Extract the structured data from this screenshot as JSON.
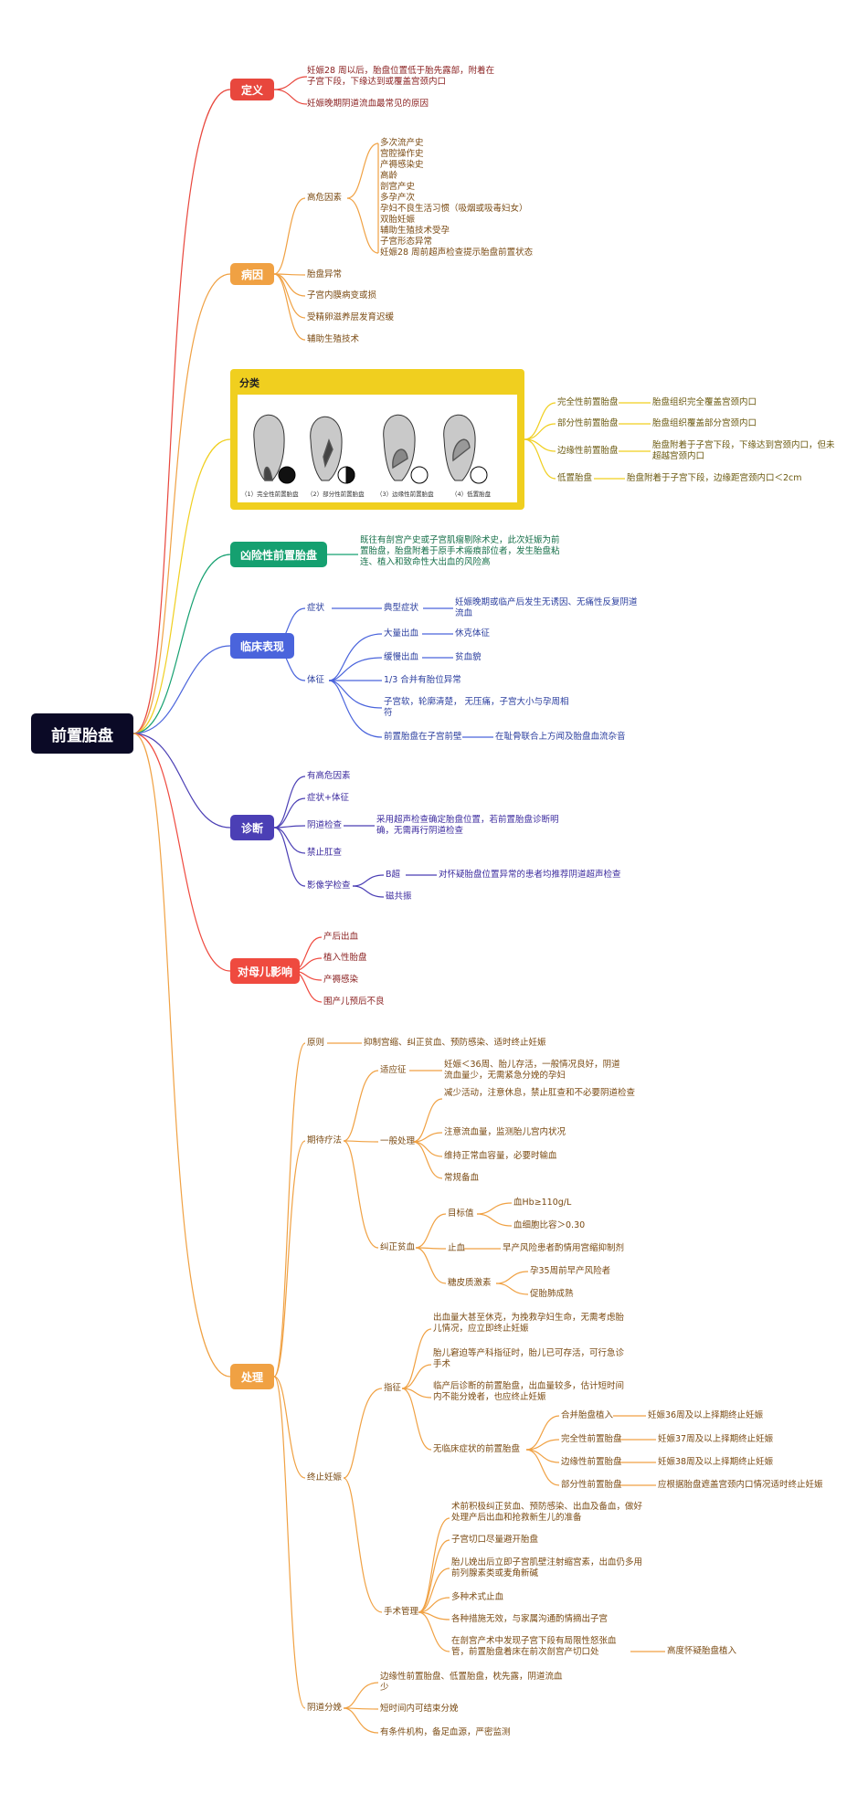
{
  "root": "前置胎盘",
  "colors": {
    "def": "#e8473d",
    "cause": "#f0a143",
    "class": "#f0cf1f",
    "pernicious": "#15a070",
    "clinical": "#4a64dc",
    "diag": "#4b3fb5",
    "effect": "#ef4a3f",
    "treat": "#f0a143"
  },
  "branches": {
    "def": {
      "title": "定义",
      "items": [
        "妊娠28 周以后，胎盘位置低于胎先露部，附着在子宫下段，下缘达到或覆盖宫颈内口",
        "妊娠晚期阴道流血最常见的原因"
      ]
    },
    "cause": {
      "title": "病因",
      "high_risk": "高危因素",
      "risk_list": [
        "多次流产史",
        "宫腔操作史",
        "产褥感染史",
        "高龄",
        "剖宫产史",
        "多孕产次",
        "孕妇不良生活习惯（吸烟或吸毒妇女）",
        "双胎妊娠",
        "辅助生殖技术受孕",
        "子宫形态异常",
        "妊娠28 周前超声检查提示胎盘前置状态"
      ],
      "others": [
        "胎盘异常",
        "子宫内膜病变或损",
        "受精卵滋养层发育迟缓",
        "辅助生殖技术"
      ]
    },
    "class": {
      "title": "分类",
      "captions": [
        "（1）完全性前置胎盘",
        "（2）部分性前置胎盘",
        "（3）边缘性前置胎盘",
        "（4）低置胎盘"
      ],
      "types": [
        {
          "name": "完全性前置胎盘",
          "desc": "胎盘组织完全覆盖宫颈内口"
        },
        {
          "name": "部分性前置胎盘",
          "desc": "胎盘组织覆盖部分宫颈内口"
        },
        {
          "name": "边缘性前置胎盘",
          "desc": "胎盘附着于子宫下段，下缘达到宫颈内口，但未超越宫颈内口"
        },
        {
          "name": "低置胎盘",
          "desc": "胎盘附着于子宫下段，边缘距宫颈内口＜2cm"
        }
      ]
    },
    "pernicious": {
      "title": "凶险性前置胎盘",
      "desc": "既往有剖宫产史或子宫肌瘤剔除术史，此次妊娠为前置胎盘，胎盘附着于原手术瘢痕部位者，发生胎盘粘连、植入和致命性大出血的风险高"
    },
    "clinical": {
      "title": "临床表现",
      "symptom": "症状",
      "typical": "典型症状",
      "typical_desc": "妊娠晚期或临产后发生无诱因、无痛性反复阴道流血",
      "sign": "体征",
      "sign_items": [
        {
          "name": "大量出血",
          "sub": "休克体征"
        },
        {
          "name": "缓慢出血",
          "sub": "贫血貌"
        },
        {
          "name": "1/3 合并有胎位异常",
          "sub": ""
        },
        {
          "name": "子宫软，轮廓清楚，  无压痛，子宫大小与孕周相符",
          "sub": ""
        },
        {
          "name": "前置胎盘在子宫前壁",
          "sub": "在耻骨联合上方闻及胎盘血流杂音"
        }
      ]
    },
    "diag": {
      "title": "诊断",
      "items": [
        "有高危因素",
        "症状+体征",
        "阴道检查",
        "禁止肛查",
        "影像学检查"
      ],
      "vaginal_desc": "采用超声检查确定胎盘位置，若前置胎盘诊断明确，无需再行阴道检查",
      "imaging": [
        {
          "name": "B超",
          "desc": "对怀疑胎盘位置异常的患者均推荐阴道超声检查"
        },
        {
          "name": "磁共振",
          "desc": ""
        }
      ]
    },
    "effect": {
      "title": "对母儿影响",
      "items": [
        "产后出血",
        "植入性胎盘",
        "产褥感染",
        "围产儿预后不良"
      ]
    },
    "treat": {
      "title": "处理",
      "principle": "原则",
      "principle_desc": "抑制宫缩、纠正贫血、预防感染、适时终止妊娠",
      "expectant": "期待疗法",
      "indication": "适应征",
      "indication_desc": "妊娠＜36周、胎儿存活，一般情况良好，阴道流血量少，无需紧急分娩的孕妇",
      "general": "一般处理",
      "general_items": [
        "减少活动，注意休息，禁止肛查和不必要阴道检查",
        "注意流血量，监测胎儿宫内状况",
        "维持正常血容量，必要时输血",
        "常规备血"
      ],
      "anemia": "纠正贫血",
      "target": "目标值",
      "target_items": [
        "血Hb≥110g/L",
        "血细胞比容＞0.30"
      ],
      "stop_bleed": "止血",
      "stop_bleed_desc": "早产风险患者酌情用宫缩抑制剂",
      "steroid": "糖皮质激素",
      "steroid_items": [
        "孕35周前早产风险者",
        "促胎肺成熟"
      ],
      "terminate": "终止妊娠",
      "term_indication": "指征",
      "term_items": [
        "出血量大甚至休克，为挽救孕妇生命，无需考虑胎儿情况，应立即终止妊娠",
        "胎儿窘迫等产科指征时，胎儿已可存活，可行急诊手术",
        "临产后诊断的前置胎盘，出血量较多，估计短时间内不能分娩者，也应终止妊娠"
      ],
      "asymptomatic": "无临床症状的前置胎盘",
      "asym_items": [
        {
          "name": "合并胎盘植入",
          "desc": "妊娠36周及以上择期终止妊娠"
        },
        {
          "name": "完全性前置胎盘",
          "desc": "妊娠37周及以上择期终止妊娠"
        },
        {
          "name": "边缘性前置胎盘",
          "desc": "妊娠38周及以上择期终止妊娠"
        },
        {
          "name": "部分性前置胎盘",
          "desc": "应根据胎盘遮盖宫颈内口情况适时终止妊娠"
        }
      ],
      "surgery": "手术管理",
      "surgery_items": [
        "术前积极纠正贫血、预防感染、出血及备血，做好处理产后出血和抢救新生儿的准备",
        "子宫切口尽量避开胎盘",
        "胎儿娩出后立即子宫肌壁注射缩宫素，出血仍多用前列腺素类或麦角新碱",
        "多种术式止血",
        "各种措施无效，与家属沟通酌情摘出子宫",
        "在剖宫产术中发现子宫下段有局限性怒张血管，前置胎盘着床在前次剖宫产切口处"
      ],
      "surgery_last_sub": "高度怀疑胎盘植入",
      "vaginal": "阴道分娩",
      "vaginal_items": [
        "边缘性前置胎盘、低置胎盘，枕先露，阴道流血少",
        "短时间内可结束分娩",
        "有条件机构，备足血源，严密监测"
      ]
    }
  }
}
